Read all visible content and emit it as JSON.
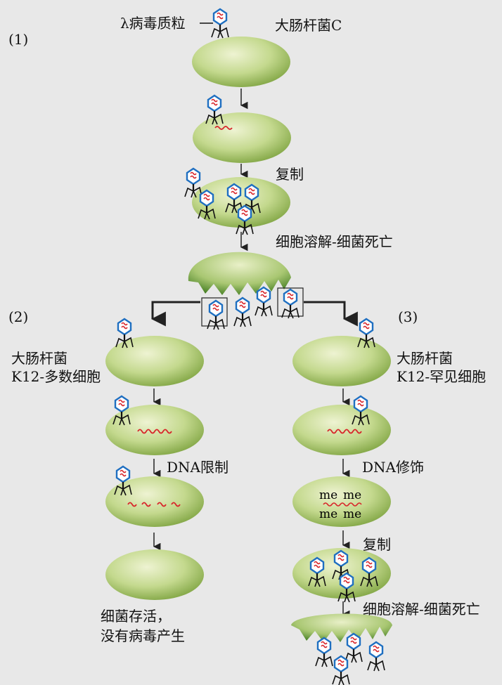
{
  "labels": {
    "phage_particle": "λ病毒质粒",
    "ecoli_c": "大肠杆菌C",
    "replicate_1": "复制",
    "lysis_1": "细胞溶解-细菌死亡",
    "panel_1": "(1)",
    "panel_2": "(2)",
    "panel_3": "(3)",
    "k12_majority_line1": "大肠杆菌",
    "k12_majority_line2": "K12-多数细胞",
    "k12_rare_line1": "大肠杆菌",
    "k12_rare_line2": "K12-罕见细胞",
    "dna_restriction": "DNA限制",
    "dna_modification": "DNA修饰",
    "replicate_2": "复制",
    "lysis_2": "细胞溶解-细菌死亡",
    "survive_line1": "细菌存活，",
    "survive_line2": "没有病毒产生",
    "methyl": "me"
  },
  "colors": {
    "background": "#e8e8e8",
    "cell_light": "#eef3d2",
    "cell_mid": "#c4d98e",
    "cell_dark": "#7fa442",
    "lysed_dark": "#3f7a1f",
    "dna_red": "#d8262b",
    "phage_blue": "#1f6fc1",
    "arrow": "#222222"
  },
  "icons": [
    "phage-icon",
    "arrow-down-icon",
    "boxed-phage-icon"
  ]
}
